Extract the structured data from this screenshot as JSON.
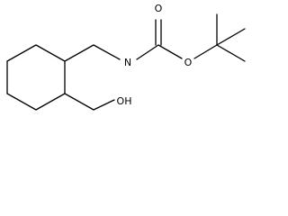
{
  "molecule": {
    "atoms": {
      "oxygen_carbonyl": "O",
      "oxygen_ester": "O",
      "nitrogen_amine": "N",
      "hydroxyl": "OH"
    }
  }
}
